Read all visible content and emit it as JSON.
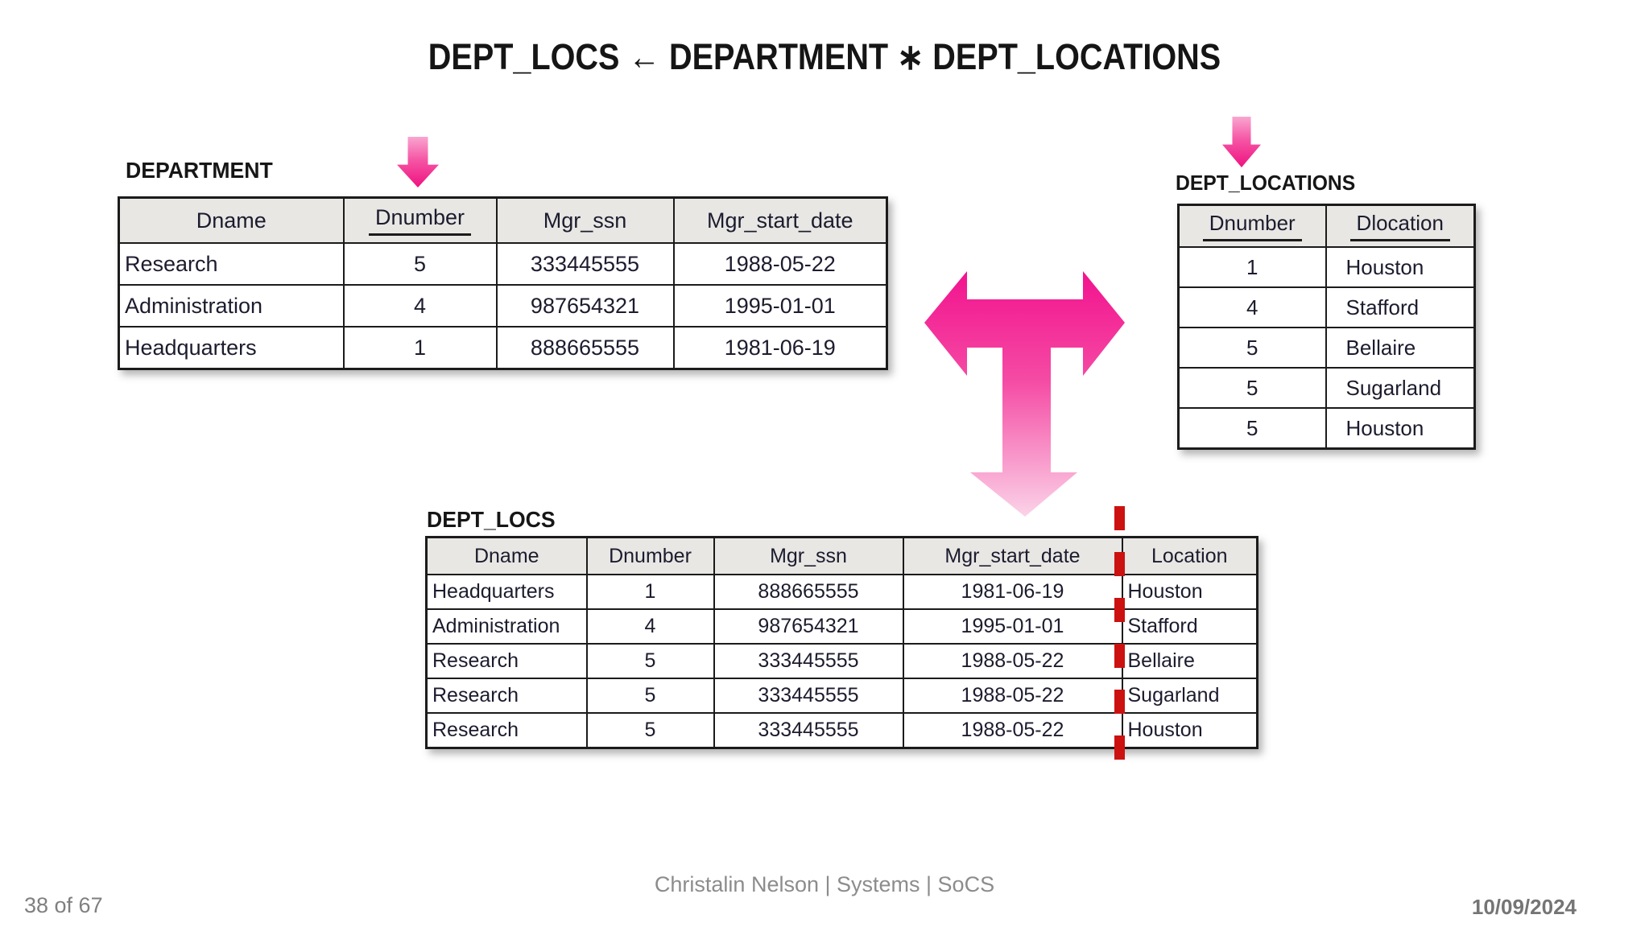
{
  "title": "DEPT_LOCS ← DEPARTMENT ∗ DEPT_LOCATIONS",
  "tables": {
    "department": {
      "label": "DEPARTMENT",
      "headers": [
        {
          "label": "Dname",
          "key": false
        },
        {
          "label": "Dnumber",
          "key": true
        },
        {
          "label": "Mgr_ssn",
          "key": false
        },
        {
          "label": "Mgr_start_date",
          "key": false
        }
      ],
      "rows": [
        [
          "Research",
          "5",
          "333445555",
          "1988-05-22"
        ],
        [
          "Administration",
          "4",
          "987654321",
          "1995-01-01"
        ],
        [
          "Headquarters",
          "1",
          "888665555",
          "1981-06-19"
        ]
      ]
    },
    "dept_locations": {
      "label": "DEPT_LOCATIONS",
      "headers": [
        {
          "label": "Dnumber",
          "key": true
        },
        {
          "label": "Dlocation",
          "key": true
        }
      ],
      "rows": [
        [
          "1",
          "Houston"
        ],
        [
          "4",
          "Stafford"
        ],
        [
          "5",
          "Bellaire"
        ],
        [
          "5",
          "Sugarland"
        ],
        [
          "5",
          "Houston"
        ]
      ]
    },
    "dept_locs": {
      "label": "DEPT_LOCS",
      "headers": [
        {
          "label": "Dname",
          "key": false
        },
        {
          "label": "Dnumber",
          "key": false
        },
        {
          "label": "Mgr_ssn",
          "key": false
        },
        {
          "label": "Mgr_start_date",
          "key": false
        },
        {
          "label": "Location",
          "key": false
        }
      ],
      "rows": [
        [
          "Headquarters",
          "1",
          "888665555",
          "1981-06-19",
          "Houston"
        ],
        [
          "Administration",
          "4",
          "987654321",
          "1995-01-01",
          "Stafford"
        ],
        [
          "Research",
          "5",
          "333445555",
          "1988-05-22",
          "Bellaire"
        ],
        [
          "Research",
          "5",
          "333445555",
          "1988-05-22",
          "Sugarland"
        ],
        [
          "Research",
          "5",
          "333445555",
          "1988-05-22",
          "Houston"
        ]
      ]
    }
  },
  "graphics": {
    "department_key_arrow": {
      "icon": "down-arrow-icon",
      "color_top": "#F9A6D0",
      "color_bottom": "#EF1280"
    },
    "dept_locations_key_arrow": {
      "icon": "down-arrow-icon",
      "color_top": "#F9A6D0",
      "color_bottom": "#EF1280"
    },
    "join_result_arrow": {
      "icon": "t-join-arrow-icon",
      "color_top": "#F2128E",
      "color_bottom": "#FBD3E8"
    },
    "location_divider": {
      "icon": "red-dashed-line-icon",
      "color": "#CC1111"
    }
  },
  "footer": {
    "page_indicator": "38 of 67",
    "credit": "Christalin Nelson | Systems | SoCS",
    "date": "10/09/2024"
  }
}
